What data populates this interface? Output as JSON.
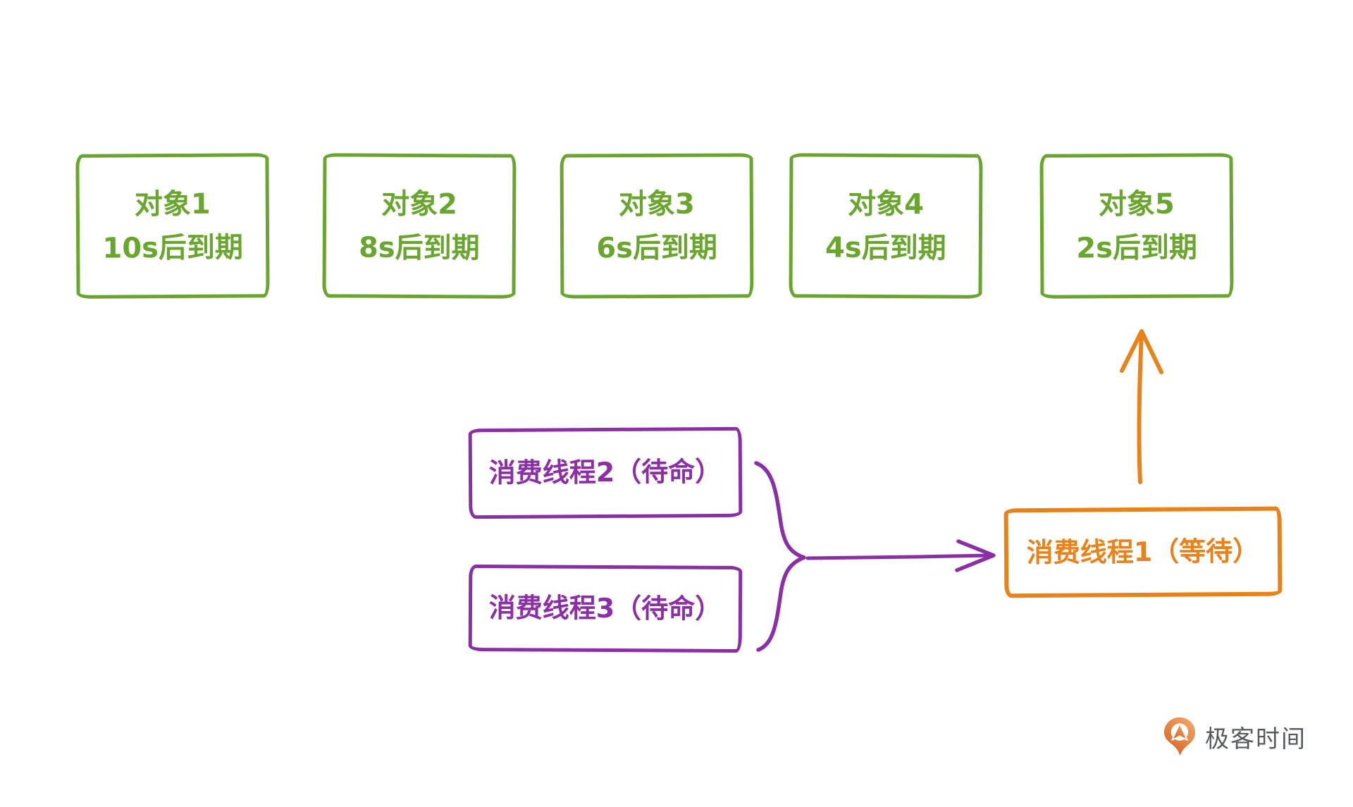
{
  "page": {
    "background": "#ffffff"
  },
  "palette": {
    "object_green": "#6aa62f",
    "thread_purple": "#8b2fa5",
    "waiting_orange": "#e8821b",
    "logo_text_gray": "#58595b",
    "logo_orange_light": "#f2a76a",
    "logo_orange_dark": "#d4621f"
  },
  "objects": [
    {
      "title": "对象1",
      "expiry": "10s后到期"
    },
    {
      "title": "对象2",
      "expiry": "8s后到期"
    },
    {
      "title": "对象3",
      "expiry": "6s后到期"
    },
    {
      "title": "对象4",
      "expiry": "4s后到期"
    },
    {
      "title": "对象5",
      "expiry": "2s后到期"
    }
  ],
  "standby_threads": [
    {
      "label": "消费线程2（待命）"
    },
    {
      "label": "消费线程3（待命）"
    }
  ],
  "waiting_thread": {
    "label": "消费线程1（等待）"
  },
  "icons": {
    "brace": "curly-brace-right",
    "standby_to_waiting": "arrow-right",
    "waiting_to_object5": "arrow-up",
    "logo_icon": "geektime-pin-q"
  },
  "logo": {
    "text": "极客时间"
  }
}
